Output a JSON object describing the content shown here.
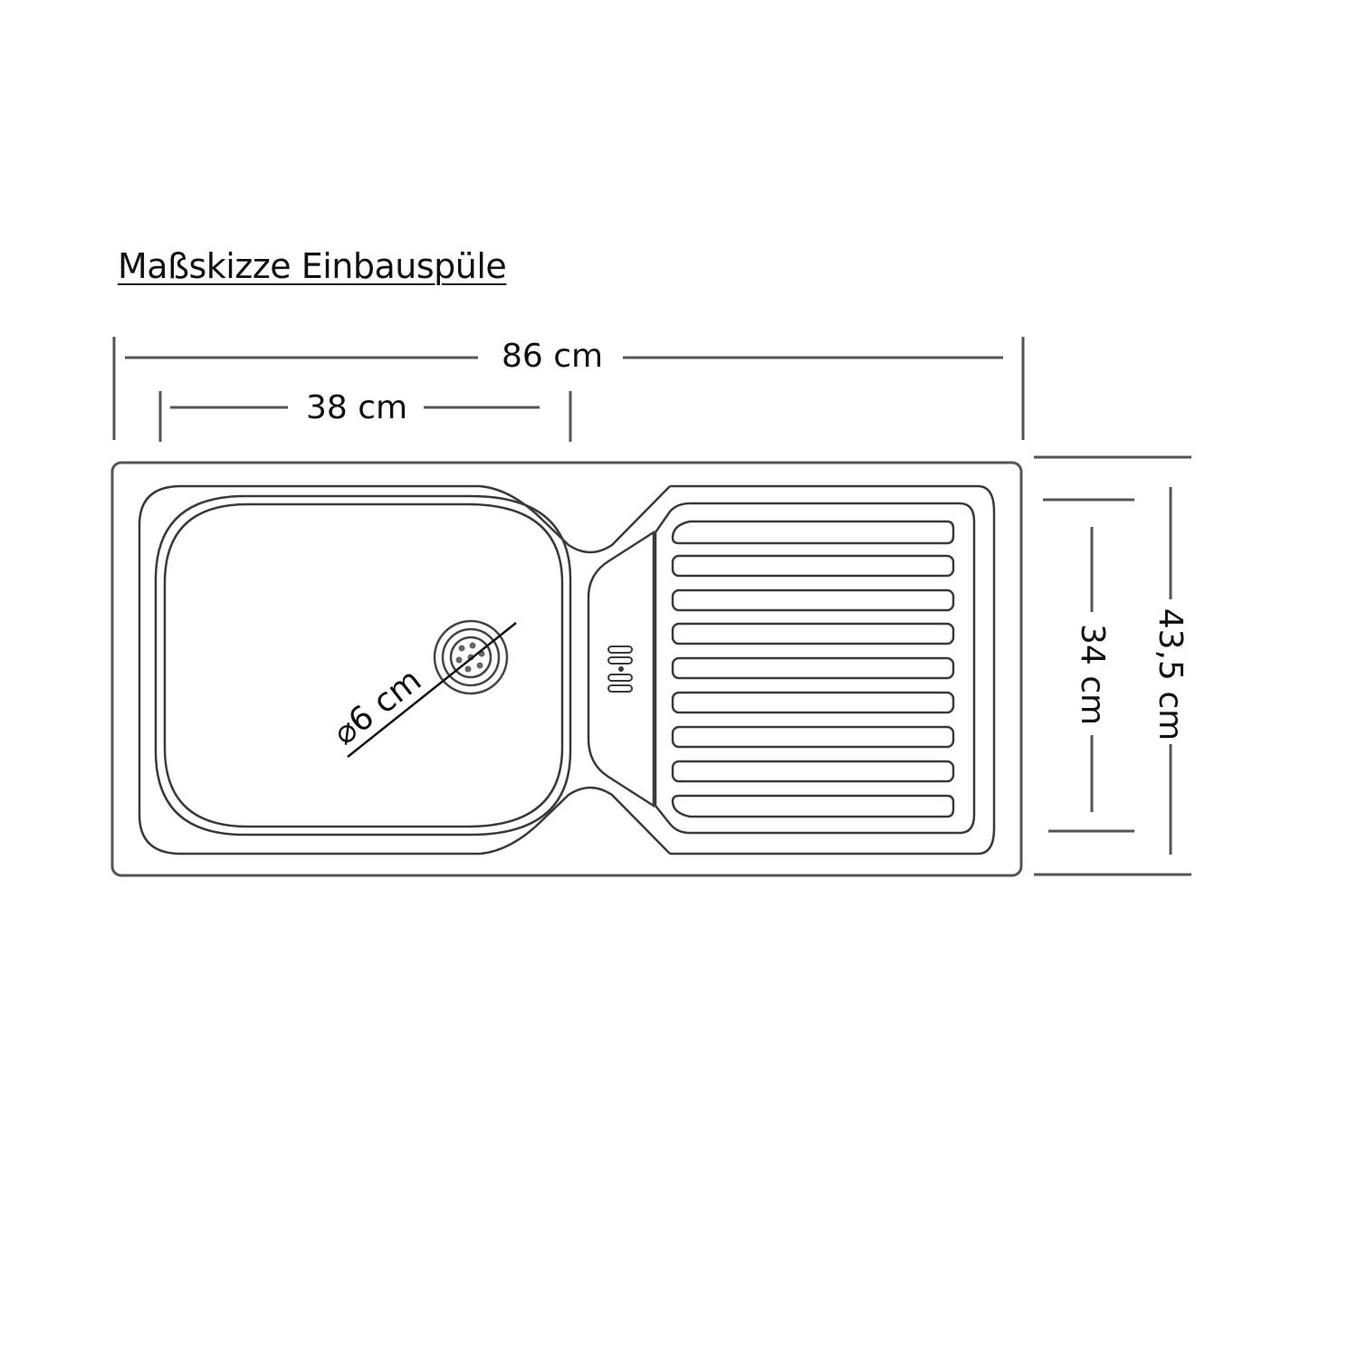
{
  "title": "Maßskizze Einbauspüle",
  "dimensions": {
    "total_width": "86 cm",
    "basin_width": "38 cm",
    "total_depth": "43,5 cm",
    "basin_depth": "34 cm",
    "drain_diameter": "⌀6 cm"
  },
  "drawing": {
    "stroke_color": "#3a3a3a",
    "dimension_line_color": "#555555",
    "drainboard_ribs": 9
  }
}
